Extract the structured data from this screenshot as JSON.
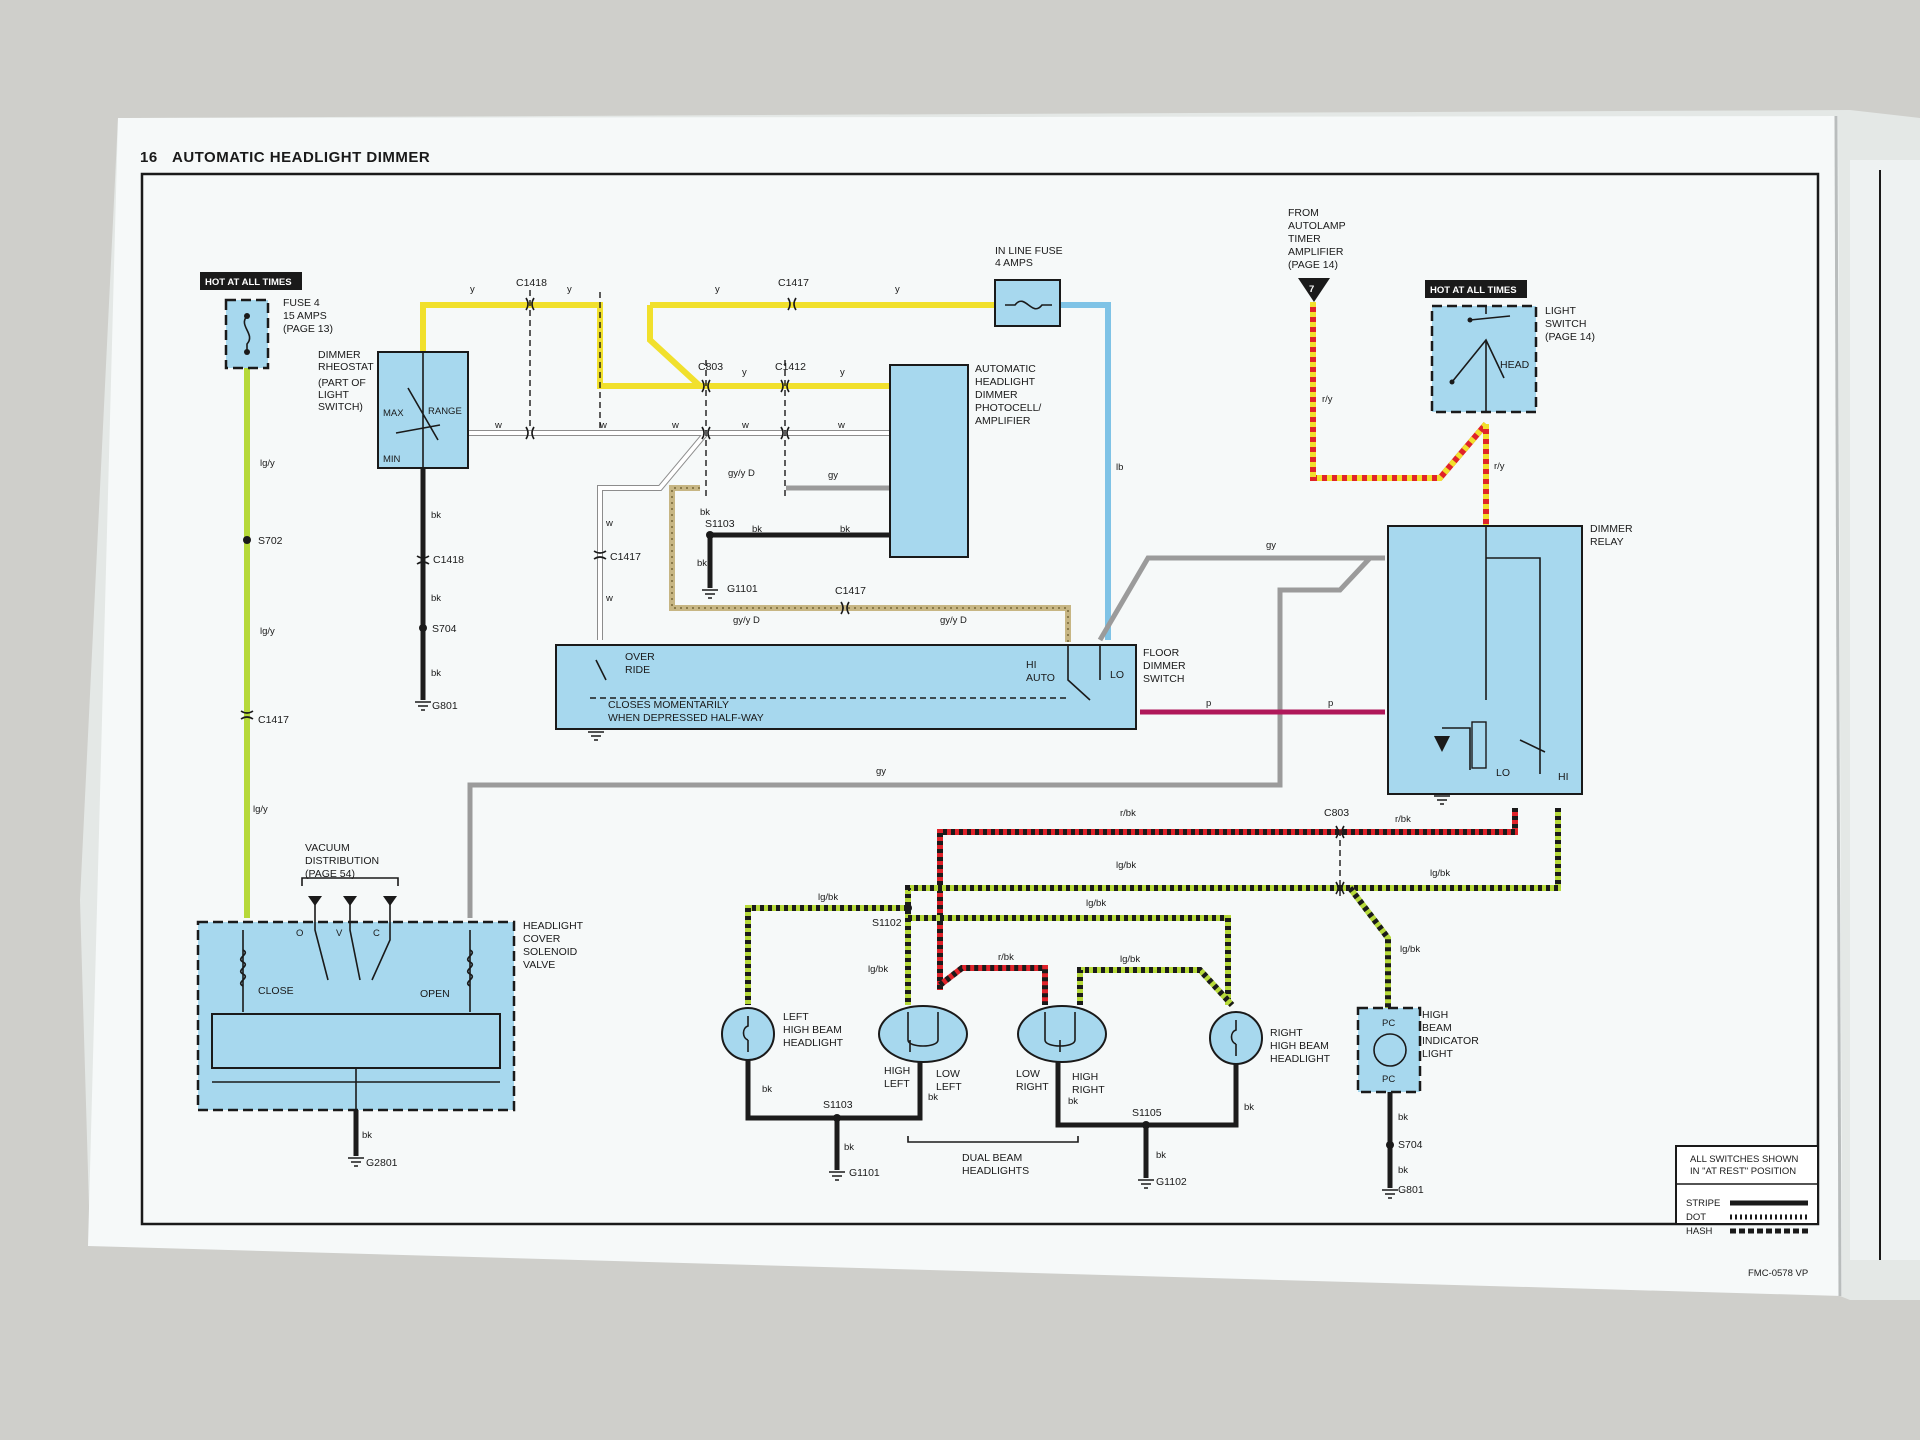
{
  "header": {
    "page_number": "16",
    "title": "AUTOMATIC HEADLIGHT DIMMER"
  },
  "badges": {
    "hot_left": "HOT AT ALL TIMES",
    "hot_right": "HOT AT ALL TIMES"
  },
  "components": {
    "fuse4": [
      "FUSE 4",
      "15 AMPS",
      "(PAGE 13)"
    ],
    "inline_fuse": [
      "IN LINE FUSE",
      "4 AMPS"
    ],
    "rheostat": [
      "DIMMER",
      "RHEOSTAT",
      "(PART OF",
      "LIGHT",
      "SWITCH)"
    ],
    "rheostat_max": "MAX",
    "rheostat_min": "MIN",
    "rheostat_range": "RANGE",
    "photocell": [
      "AUTOMATIC",
      "HEADLIGHT",
      "DIMMER",
      "PHOTOCELL/",
      "AMPLIFIER"
    ],
    "autolamp": [
      "FROM",
      "AUTOLAMP",
      "TIMER",
      "AMPLIFIER",
      "(PAGE 14)"
    ],
    "autolamp_num": "7",
    "light_switch": [
      "LIGHT",
      "SWITCH",
      "(PAGE 14)"
    ],
    "head": "HEAD",
    "dimmer_relay": [
      "DIMMER",
      "RELAY"
    ],
    "relay_lo": "LO",
    "relay_hi": "HI",
    "floor_switch": [
      "FLOOR",
      "DIMMER",
      "SWITCH"
    ],
    "override": [
      "OVER",
      "RIDE"
    ],
    "closes": [
      "CLOSES MOMENTARILY",
      "WHEN DEPRESSED HALF-WAY"
    ],
    "hi_auto": [
      "HI",
      "AUTO"
    ],
    "lo": "LO",
    "vacuum": [
      "VACUUM",
      "DISTRIBUTION",
      "(PAGE 54)"
    ],
    "valve_o": "O",
    "valve_v": "V",
    "valve_c": "C",
    "close": "CLOSE",
    "open": "OPEN",
    "solenoid": [
      "HEADLIGHT",
      "COVER",
      "SOLENOID",
      "VALVE"
    ],
    "left_hb": [
      "LEFT",
      "HIGH BEAM",
      "HEADLIGHT"
    ],
    "right_hb": [
      "RIGHT",
      "HIGH BEAM",
      "HEADLIGHT"
    ],
    "high_left": [
      "HIGH",
      "LEFT"
    ],
    "low_left": [
      "LOW",
      "LEFT"
    ],
    "low_right": [
      "LOW",
      "RIGHT"
    ],
    "high_right": [
      "HIGH",
      "RIGHT"
    ],
    "dual_beam": [
      "DUAL BEAM",
      "HEADLIGHTS"
    ],
    "indicator": [
      "HIGH",
      "BEAM",
      "INDICATOR",
      "LIGHT"
    ],
    "pc1": "PC",
    "pc2": "PC"
  },
  "connectors": {
    "c1418_top": "C1418",
    "c1417_top": "C1417",
    "c803_top": "C803",
    "c1412": "C1412",
    "c1418_mid": "C1418",
    "c1417_mid": "C1417",
    "c1417_low": "C1417",
    "c1417_left": "C1417",
    "c803_low": "C803"
  },
  "splices": {
    "s702": "S702",
    "s704_a": "S704",
    "s1103_top": "S1103",
    "s1102": "S1102",
    "s1103_low": "S1103",
    "s1105": "S1105",
    "s704_b": "S704"
  },
  "grounds": {
    "g801_a": "G801",
    "g1101_top": "G1101",
    "g2801": "G2801",
    "g1101_low": "G1101",
    "g1102": "G1102",
    "g801_b": "G801"
  },
  "wire_labels": {
    "y1": "y",
    "y2": "y",
    "y3": "y",
    "y4": "y",
    "y5": "y",
    "y6": "y",
    "w1": "w",
    "w2": "w",
    "w3": "w",
    "w4": "w",
    "w5": "w",
    "w6": "w",
    "w7": "w",
    "lgy1": "lg/y",
    "lgy2": "lg/y",
    "lgy3": "lg/y",
    "bk1": "bk",
    "bk2": "bk",
    "bk3": "bk",
    "bk4": "bk",
    "bk5": "bk",
    "bk6": "bk",
    "bk7": "bk",
    "bk8": "bk",
    "bk9": "bk",
    "bk10": "bk",
    "bk11": "bk",
    "bk12": "bk",
    "bk13": "bk",
    "bk14": "bk",
    "bk15": "bk",
    "bk16": "bk",
    "gyd1": "gy/y D",
    "gyd2": "gy/y D",
    "gyd3": "gy/y D",
    "gy1": "gy",
    "gy2": "gy",
    "gy3": "gy",
    "lb": "lb",
    "ry1": "r/y",
    "ry2": "r/y",
    "p1": "p",
    "p2": "p",
    "rbk1": "r/bk",
    "rbk2": "r/bk",
    "rbk3": "r/bk",
    "lgbk1": "lg/bk",
    "lgbk2": "lg/bk",
    "lgbk3": "lg/bk",
    "lgbk4": "lg/bk",
    "lgbk5": "lg/bk",
    "lgbk6": "lg/bk",
    "lgbk7": "lg/bk"
  },
  "legend": {
    "note": [
      "ALL SWITCHES SHOWN",
      "IN \"AT REST\" POSITION"
    ],
    "stripe": "STRIPE",
    "dot": "DOT",
    "hash": "HASH"
  },
  "code": "FMC-0578 VP"
}
